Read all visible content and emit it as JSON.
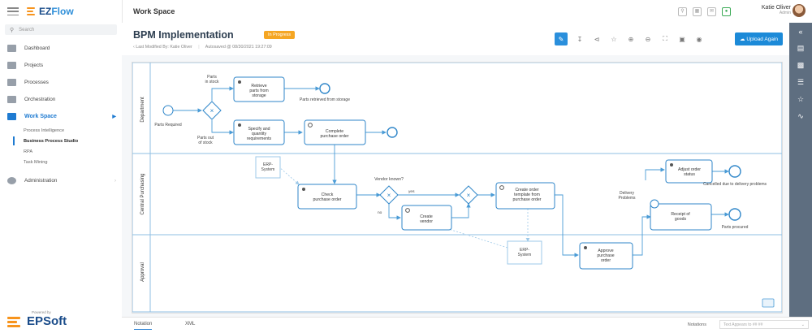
{
  "brand": {
    "ez": "EZ",
    "flow": "Flow"
  },
  "search": {
    "placeholder": "Search"
  },
  "nav": {
    "items": [
      {
        "label": "Dashboard"
      },
      {
        "label": "Projects"
      },
      {
        "label": "Processes"
      },
      {
        "label": "Orchestration"
      },
      {
        "label": "Work Space"
      },
      {
        "label": "Administration"
      }
    ],
    "sub": [
      "Process Intelligence",
      "Business Process Studio",
      "RPA",
      "Task Mining"
    ]
  },
  "powered": {
    "by": "Powered by",
    "name": "EPSoft"
  },
  "topbar": {
    "title": "Work Space",
    "user_name": "Katie Oliver",
    "user_role": "Admin"
  },
  "page": {
    "title": "BPM Implementation",
    "status": "In Progress",
    "last_modified": "Last Modified By: Katie Oliver",
    "autosaved": "Autosaved @ 08/30/2021 19:27:09",
    "upload_label": "Upload Again"
  },
  "diagram": {
    "lanes": [
      "Department",
      "Central Purchasing",
      "Approval"
    ],
    "events": {
      "start": "Parts Required",
      "retrieved": "Parts retrieved from storage",
      "cancelled": "Cancelled due to delivery problems",
      "procured": "Parts procured"
    },
    "tasks": {
      "retrieve": [
        "Retrieve",
        "parts from",
        "storage"
      ],
      "specify": [
        "Specify and",
        "quantity",
        "requirements"
      ],
      "complete": [
        "Complete",
        "purchase order"
      ],
      "check": [
        "Check",
        "purchase order"
      ],
      "create_vendor": [
        "Create",
        "vendor"
      ],
      "create_order": [
        "Create order",
        "template from",
        "purchase order"
      ],
      "approve": [
        "Approve",
        "purchase",
        "order"
      ],
      "adjust": [
        "Adjust order",
        "status"
      ],
      "receipt": [
        "Receipt of",
        "goods"
      ]
    },
    "labels": {
      "in_stock": [
        "Parts",
        "in stock"
      ],
      "out_stock": [
        "Parts out",
        "of stock"
      ],
      "vendor_known": "Vendor known?",
      "yes": "yes",
      "no": "no",
      "delivery": [
        "Delivery",
        "Problems"
      ],
      "erp1": [
        "ERP-",
        "System"
      ],
      "erp2": [
        "ERP-",
        "System"
      ]
    }
  },
  "bottom": {
    "tab_notation": "Notation",
    "tab_xml": "XML",
    "notations_label": "Notations",
    "notations_placeholder": "Text Appears to ## ##"
  }
}
